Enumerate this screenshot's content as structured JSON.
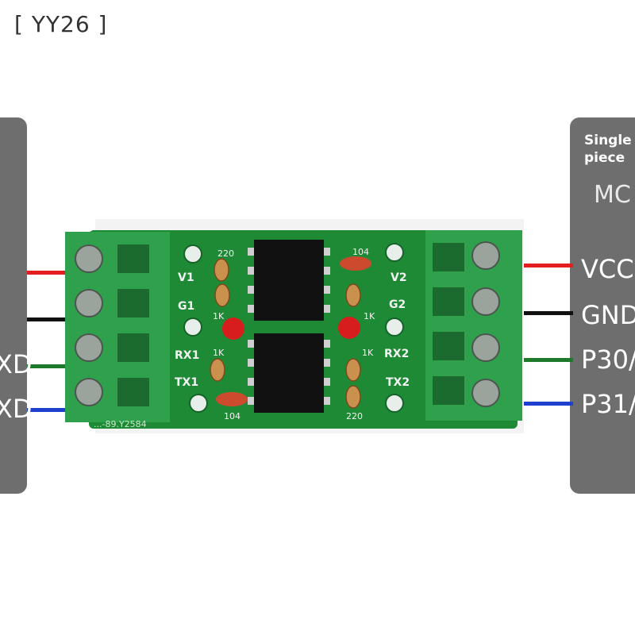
{
  "watermark": "[ YY26 ]",
  "left_panel": {
    "labels": [
      "XD",
      "XD"
    ]
  },
  "right_panel": {
    "title": "Single piece",
    "title_line1": "Single",
    "title_line2": "piece",
    "mc": "MC",
    "pins": [
      "VCC",
      "GND",
      "P30/",
      "P31/"
    ]
  },
  "wires": {
    "colors": [
      "#e41e1e",
      "#111111",
      "#1e7a2a",
      "#1f3fd0"
    ]
  },
  "board": {
    "labels": {
      "v1": "V1",
      "g1": "G1",
      "rx1": "RX1",
      "tx1": "TX1",
      "v2": "V2",
      "g2": "G2",
      "rx2": "RX2",
      "tx2": "TX2"
    },
    "component_labels": {
      "r220_top": "220",
      "r1k_a": "1K",
      "r1k_b": "1K",
      "c104_bottom": "104",
      "c104_top": "104",
      "r1k_c": "1K",
      "r1k_d": "1K",
      "r220_bottom": "220"
    },
    "silkscreen_code": "...-89.Y2584",
    "pcb_color": "#1f8a35",
    "terminal_color": "#2f9e4a"
  }
}
